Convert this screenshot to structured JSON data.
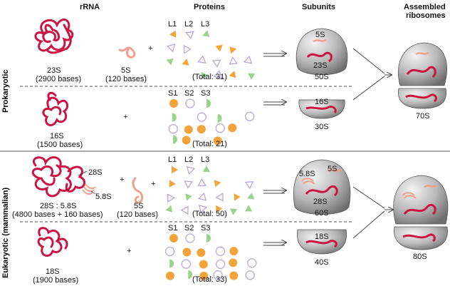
{
  "headers": {
    "rrna": "rRNA",
    "proteins": "Proteins",
    "subunits": "Subunits",
    "assembled": "Assembled",
    "ribosomes": "ribosomes"
  },
  "side": {
    "pro": "Prokaryotic",
    "euk": "Eukaryotic (mammalian)"
  },
  "pro": {
    "r23": "23S",
    "r23b": "(2900 bases)",
    "r5": "5S",
    "r5b": "(120 bases)",
    "L1": "L1",
    "L2": "L2",
    "L3": "L3",
    "totL": "(Total:  31)",
    "sub50": "50S",
    "s5": "5S",
    "s23": "23S",
    "r16": "16S",
    "r16b": "(1500 bases)",
    "S1": "S1",
    "S2": "S2",
    "S3": "S3",
    "totS": "(Total:  21)",
    "sub30": "30S",
    "s16": "16S",
    "ribo": "70S"
  },
  "euk": {
    "r28": "28S",
    "r58": "5.8S",
    "r28pair": "28S : 5.8S",
    "r28b": "(4800 bases + 160 bases)",
    "r5": "5S",
    "r5b": "(120 bases)",
    "L1": "L1",
    "L2": "L2",
    "L3": "L3",
    "totL": "(Total:  50)",
    "s58": "5.8S",
    "s5": "5S",
    "s28": "28S",
    "sub60": "60S",
    "r18": "18S",
    "r18b": "(1900 bases)",
    "S1": "S1",
    "S2": "S2",
    "S3": "S3",
    "totS": "(Total:  33)",
    "s18": "18S",
    "sub40": "40S",
    "ribo": "80S"
  },
  "symbols": {
    "plus": "+"
  },
  "colors": {
    "rna": "#cc1444",
    "rnaLight": "#f0a08a",
    "orange": "#f2a33a",
    "green": "#9bd38c",
    "lavender": "#b9a6d9",
    "divider": "#555555"
  }
}
